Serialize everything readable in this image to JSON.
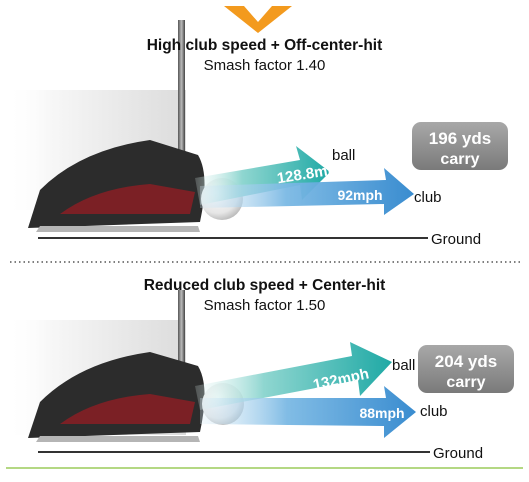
{
  "colors": {
    "accent_orange": "#f39a1e",
    "arrow_ball_teal": "#2bb5b0",
    "arrow_club_blue": "#3a93d6",
    "badge_gray": "#8e8e8e",
    "divider_green": "#9ccc5a"
  },
  "icons": {
    "top_marker": "chevron-down-icon"
  },
  "panels": [
    {
      "title": "High club speed + Off-center-hit",
      "subtitle": "Smash factor 1.40",
      "ball_speed": "128.8mph",
      "club_speed": "92mph",
      "ball_label": "ball",
      "club_label": "club",
      "ground_label": "Ground",
      "carry_distance": "196 yds",
      "carry_label": "carry"
    },
    {
      "title": "Reduced club speed + Center-hit",
      "subtitle": "Smash factor 1.50",
      "ball_speed": "132mph",
      "club_speed": "88mph",
      "ball_label": "ball",
      "club_label": "club",
      "ground_label": "Ground",
      "carry_distance": "204 yds",
      "carry_label": "carry"
    }
  ]
}
